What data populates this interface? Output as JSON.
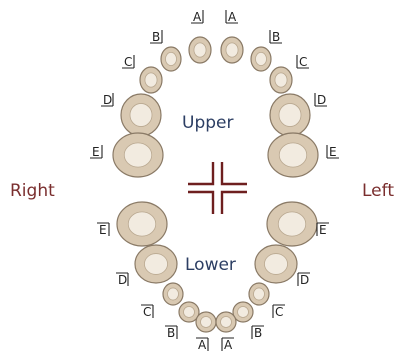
{
  "sides": {
    "right": "Right",
    "left": "Left"
  },
  "arches": {
    "upper": "Upper",
    "lower": "Lower"
  },
  "upper_teeth": [
    {
      "side": "right",
      "letter": "A"
    },
    {
      "side": "left",
      "letter": "A"
    },
    {
      "side": "right",
      "letter": "B"
    },
    {
      "side": "left",
      "letter": "B"
    },
    {
      "side": "right",
      "letter": "C"
    },
    {
      "side": "left",
      "letter": "C"
    },
    {
      "side": "right",
      "letter": "D"
    },
    {
      "side": "left",
      "letter": "D"
    },
    {
      "side": "right",
      "letter": "E"
    },
    {
      "side": "left",
      "letter": "E"
    }
  ],
  "lower_teeth": [
    {
      "side": "right",
      "letter": "E"
    },
    {
      "side": "left",
      "letter": "E"
    },
    {
      "side": "right",
      "letter": "D"
    },
    {
      "side": "left",
      "letter": "D"
    },
    {
      "side": "right",
      "letter": "C"
    },
    {
      "side": "left",
      "letter": "C"
    },
    {
      "side": "right",
      "letter": "B"
    },
    {
      "side": "left",
      "letter": "B"
    },
    {
      "side": "right",
      "letter": "A"
    },
    {
      "side": "left",
      "letter": "A"
    }
  ],
  "colors": {
    "side_text": "#7a2e2e",
    "arch_text": "#2c3e63",
    "cross": "#6e1f1f",
    "tooth": "#d9c9b2"
  }
}
